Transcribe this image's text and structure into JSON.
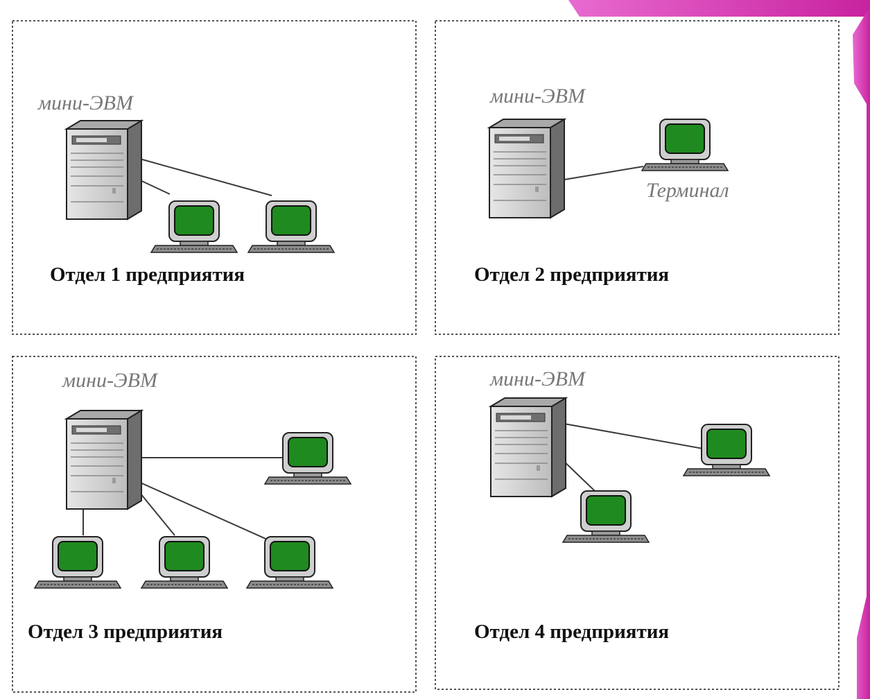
{
  "labels": {
    "minicomputer": "мини-ЭВМ",
    "terminal": "Терминал"
  },
  "departments": [
    {
      "title": "Отдел 1 предприятия",
      "terminals": 2
    },
    {
      "title": "Отдел 2 предприятия",
      "terminals": 1
    },
    {
      "title": "Отдел 3 предприятия",
      "terminals": 4
    },
    {
      "title": "Отдел 4 предприятия",
      "terminals": 2
    }
  ],
  "colors": {
    "screen": "#1f8a1f",
    "accent_corner": "#d62fb3",
    "border": "#555555"
  }
}
